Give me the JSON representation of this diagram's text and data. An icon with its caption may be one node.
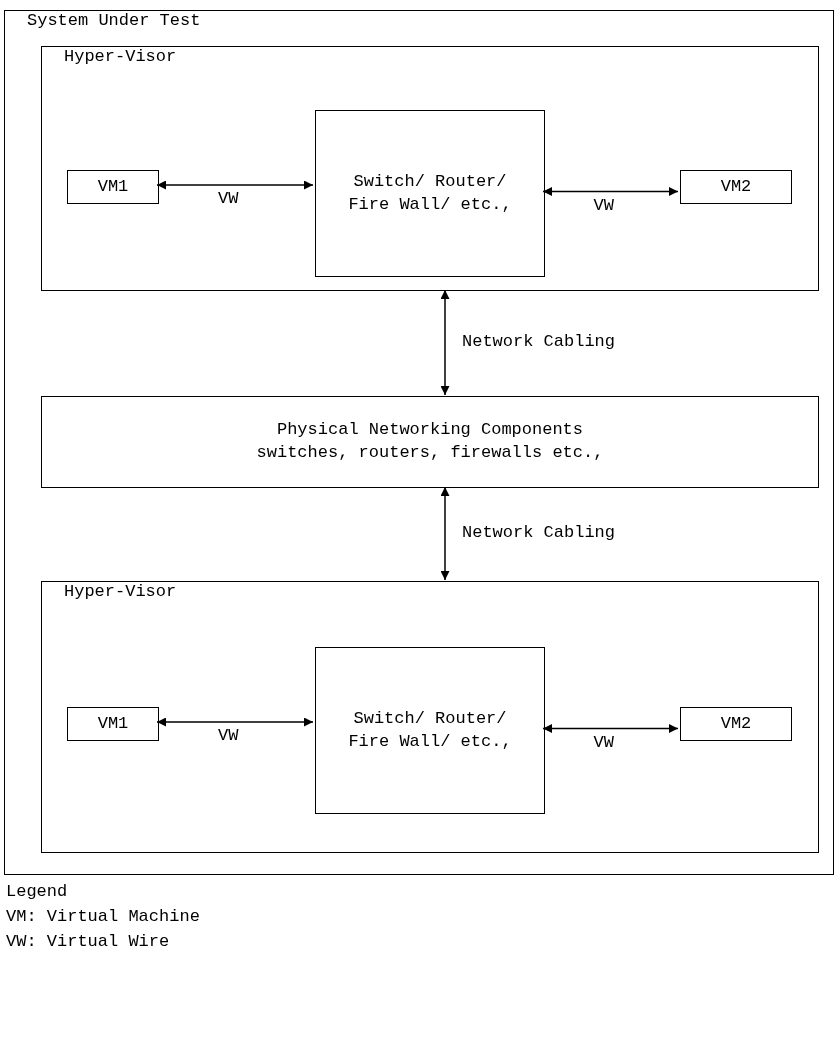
{
  "diagram": {
    "nodes": [
      {
        "text": [
          "System Under Test"
        ]
      },
      {
        "text": [
          "Hyper-Visor"
        ],
        "in": 0
      },
      {
        "text": [
          "VM1"
        ],
        "in": 1
      },
      {
        "text": [
          "Switch/ Router/ Fire Wall/ etc.,"
        ],
        "in": 1
      },
      {
        "text": [
          "VM2"
        ],
        "in": 1
      },
      {
        "text": [
          "Physical Networking Components",
          "switches, routers, firewalls etc.,"
        ],
        "in": 0
      },
      {
        "text": [
          "Hyper-Visor"
        ],
        "in": 0
      },
      {
        "text": [
          "VM1"
        ],
        "in": 6
      },
      {
        "text": [
          "Switch/ Router/ Fire Wall/ etc.,"
        ],
        "in": 6
      },
      {
        "text": [
          "VM2"
        ],
        "in": 6
      }
    ],
    "edges": [
      {
        "from": 2,
        "to": 3,
        "arrow": "both",
        "label": "VW"
      },
      {
        "from": 3,
        "to": 4,
        "arrow": "both",
        "label": "VW"
      },
      {
        "from": 1,
        "to": 5,
        "arrow": "both",
        "label": "Network Cabling"
      },
      {
        "from": 5,
        "to": 6,
        "arrow": "both",
        "label": "Network Cabling"
      },
      {
        "from": 7,
        "to": 8,
        "arrow": "both",
        "label": "VW"
      },
      {
        "from": 8,
        "to": 9,
        "arrow": "both",
        "label": "VW"
      }
    ],
    "labels": [
      "Legend",
      "VM: Virtual Machine",
      "VW: Virtual Wire"
    ]
  }
}
